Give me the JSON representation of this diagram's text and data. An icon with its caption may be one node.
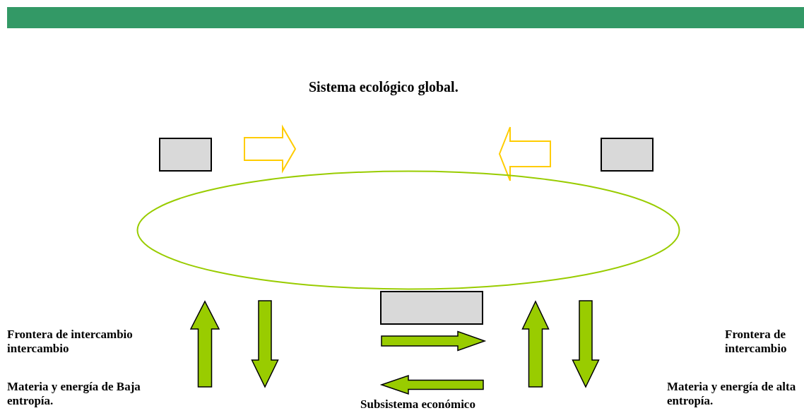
{
  "diagram": {
    "title": "Sistema ecológico global.",
    "nodes": [
      {
        "text": [],
        "shape": "box"
      },
      {
        "text": [],
        "shape": "box"
      },
      {
        "text": [],
        "shape": "ellipse"
      },
      {
        "text": [],
        "shape": "box"
      }
    ],
    "edges": [
      {
        "from": 0,
        "to": 2,
        "arrow": "to",
        "color": "#ffcc00"
      },
      {
        "from": 1,
        "to": 2,
        "arrow": "to",
        "color": "#ffcc00"
      },
      {
        "from": null,
        "to": 2,
        "arrow": "to"
      },
      {
        "from": 2,
        "to": null,
        "arrow": "to"
      },
      {
        "from": null,
        "to": 2,
        "arrow": "to"
      },
      {
        "from": 2,
        "to": null,
        "arrow": "to"
      }
    ],
    "labels": [
      "Frontera de intercambio intercambio",
      "Frontera de intercambio",
      "Materia y energía de Baja entropía.",
      "Subsistema económico",
      "Materia y energía de alta entropía."
    ]
  }
}
